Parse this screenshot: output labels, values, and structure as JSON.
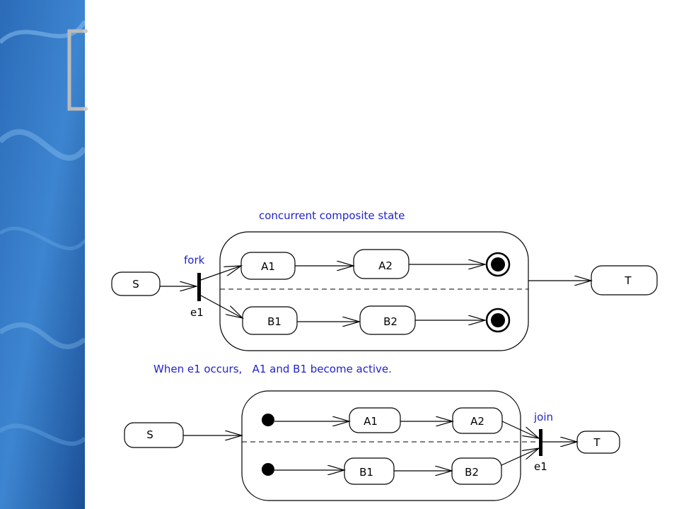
{
  "colors": {
    "band": "#1f5fa8",
    "band_light": "#4a8fd6",
    "label_blue": "#2222cc"
  },
  "top": {
    "caption": "concurrent composite state",
    "fork_label": "fork",
    "event_label": "e1",
    "states": {
      "S": "S",
      "A1": "A1",
      "A2": "A2",
      "B1": "B1",
      "B2": "B2",
      "T": "T"
    }
  },
  "middle_caption": "When e1 occurs,   A1 and B1 become active.",
  "bottom": {
    "join_label": "join",
    "event_label": "e1",
    "states": {
      "S": "S",
      "A1": "A1",
      "A2": "A2",
      "B1": "B1",
      "B2": "B2",
      "T": "T"
    }
  }
}
